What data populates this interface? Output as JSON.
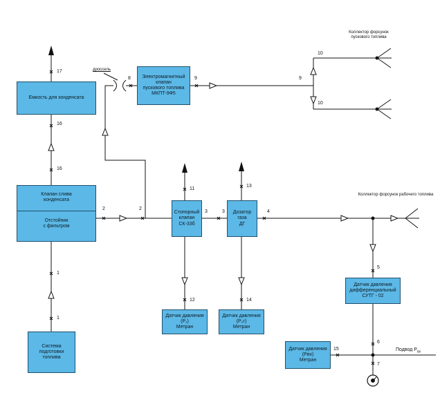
{
  "boxes": {
    "condensate_tank": "Емкость для конденсата",
    "drain_valve": "Клапан слива\nконденсата",
    "settler": "Отстойник\nс фильтром",
    "prep_system": "Система\nподготовки\nтоплива",
    "solenoid_valve": "Электромагнитный\nклапан\nпускового топлива\nМКПТ-9Ф5",
    "stop_valve": "Стопорный\nклапан\nСК-33б",
    "gas_dispenser": "Дозатор\nгаза\nДГ",
    "diff_sensor": "Датчик давления\nдифференциальный\nСУТГ - 02",
    "sensor_p1": "Датчик давления\n(P₁)\nМетран",
    "sensor_p2": "Датчик давления\n(P₂г)\nМетран",
    "sensor_p3": "Датчик давления\n(Pвх)\nМетран"
  },
  "captions": {
    "start_fuel_collector": "Коллектор форсунок\nпускового топлива",
    "working_fuel_collector": "Коллектор форсунок рабочего топлива",
    "throttle": "дроссель",
    "supply": "Подвод P",
    "supply_sub": "вх"
  },
  "points": {
    "p17": "17",
    "p16a": "16",
    "p16b": "16",
    "p1a": "1",
    "p1b": "1",
    "p2a": "2",
    "p2b": "2",
    "p8": "8",
    "p9a": "9",
    "p9b": "9",
    "p10a": "10",
    "p10b": "10",
    "p11": "11",
    "p12": "12",
    "p13": "13",
    "p14": "14",
    "p3a": "3",
    "p3b": "3",
    "p4": "4",
    "p5": "5",
    "p6": "6",
    "p7": "7",
    "p15": "15"
  },
  "colors": {
    "box_fill": "#5cb8e6",
    "line": "#111111"
  }
}
